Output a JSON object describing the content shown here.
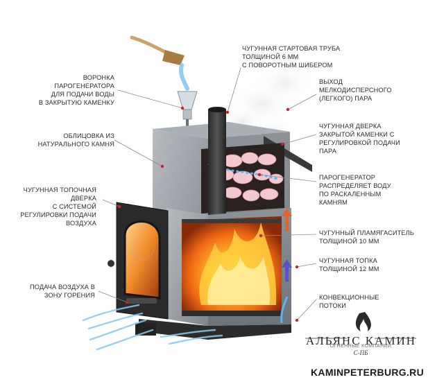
{
  "labels": {
    "funnel": [
      "ВОРОНКА",
      "ПАРОГЕНЕРАТОРА",
      "ДЛЯ ПОДАЧИ ВОДЫ",
      "В ЗАКРЫТУЮ КАМЕНКУ"
    ],
    "stone_cladding": [
      "ОБЛИЦОВКА ИЗ",
      "НАТУРАЛЬНОГО КАМНЯ"
    ],
    "firebox_door": [
      "ЧУГУННАЯ ТОПОЧНАЯ",
      "ДВЕРКА",
      "С СИСТЕМОЙ",
      "РЕГУЛИРОВКИ ПОДАЧИ",
      "ВОЗДУХА"
    ],
    "air_supply": [
      "ПОДАЧА ВОЗДУХА В",
      "ЗОНУ ГОРЕНИЯ"
    ],
    "start_pipe": [
      "ЧУГУННАЯ СТАРТОВАЯ ТРУБА",
      "ТОЛЩИНОЙ 6 ММ",
      "С ПОВОРОТНЫМ ШИБЕРОМ"
    ],
    "steam_outlet": [
      "ВЫХОД",
      "МЕЛКОДИСПЕРСНОГО",
      "(ЛЕГКОГО) ПАРА"
    ],
    "heater_door": [
      "ЧУГУННАЯ ДВЕРКА",
      "ЗАКРЫТОЙ КАМЕНКИ С",
      "РЕГУЛИРОВКОЙ ПОДАЧИ",
      "ПАРА"
    ],
    "steam_generator": [
      "ПАРОГЕНЕРАТОР",
      "РАСПРЕДЕЛЯЕТ ВОДУ",
      "ПО РАСКАЛЕННЫМ",
      "КАМНЯМ"
    ],
    "flame_damper": [
      "ЧУГУННЫЙ ПЛАМЯГАСИТЕЛЬ",
      "ТОЛЩИНОЙ 10 ММ"
    ],
    "firebox": [
      "ЧУГУННАЯ ТОПКА",
      "ТОЛЩИНОЙ 12 ММ"
    ],
    "convection": [
      "КОНВЕКЦИОННЫЕ",
      "ПОТОКИ"
    ]
  },
  "logo": {
    "title": "АЛЬЯНС КАМИН",
    "subtitle": "ОГНЕННЫЕ КОМПАНИИ",
    "city": "С-ПБ"
  },
  "website": "KAMINPETERBURG.RU",
  "colors": {
    "leader": "#8a8a8a",
    "dot": "#d0202e",
    "stone": "#9aa0a6",
    "iron": "#3a3a3a",
    "flame": "#f57c1f",
    "air": "#8cc8ec",
    "arrow_up": "#e8632a",
    "arrow_convection": "#5b4fd8",
    "text": "#2b2b2b"
  }
}
